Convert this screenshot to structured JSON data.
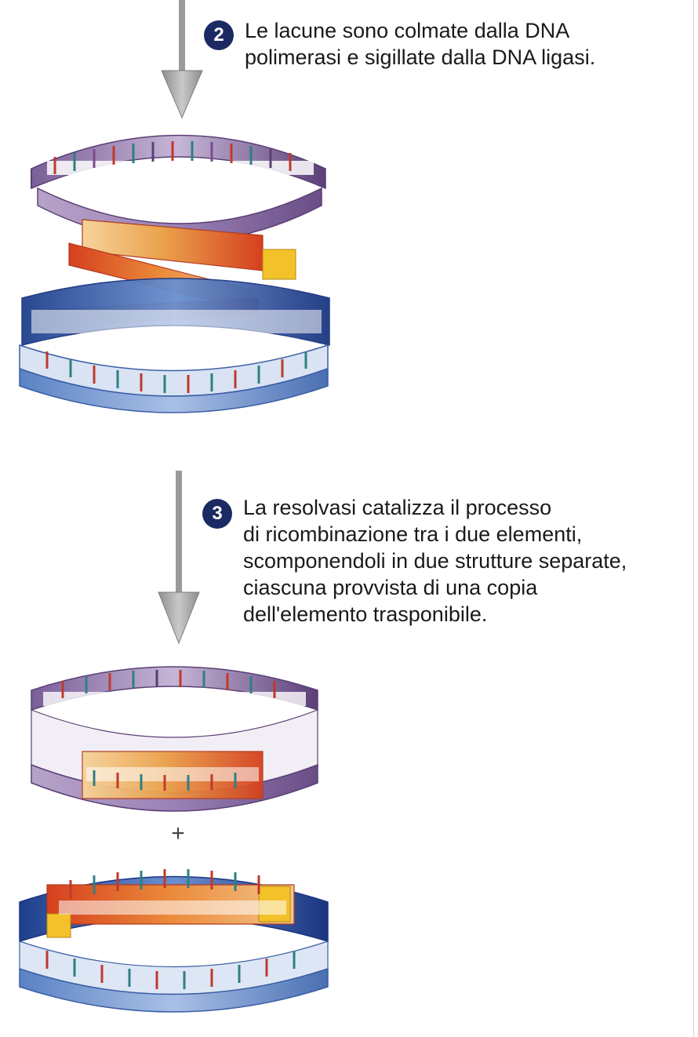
{
  "steps": [
    {
      "number": "2",
      "lines": [
        "Le lacune sono colmate dalla DNA",
        "polimerasi e sigillate dalla DNA ligasi."
      ]
    },
    {
      "number": "3",
      "lines": [
        "La resolvasi catalizza il processo",
        "di ricombinazione tra i due elementi,",
        "scomponendoli in due strutture separate,",
        "ciascuna provvista di una copia",
        "dell'elemento trasponibile."
      ]
    }
  ],
  "plus_sign": "+",
  "colors": {
    "badge": "#1b2a63",
    "arrow": "#a8a8a8",
    "purple_strand": "#8a6ca6",
    "blue_strand": "#6b8fc9",
    "transposon_orange": "#e9a04a",
    "transposon_red": "#d9462a",
    "target_yellow": "#f3c22a"
  }
}
